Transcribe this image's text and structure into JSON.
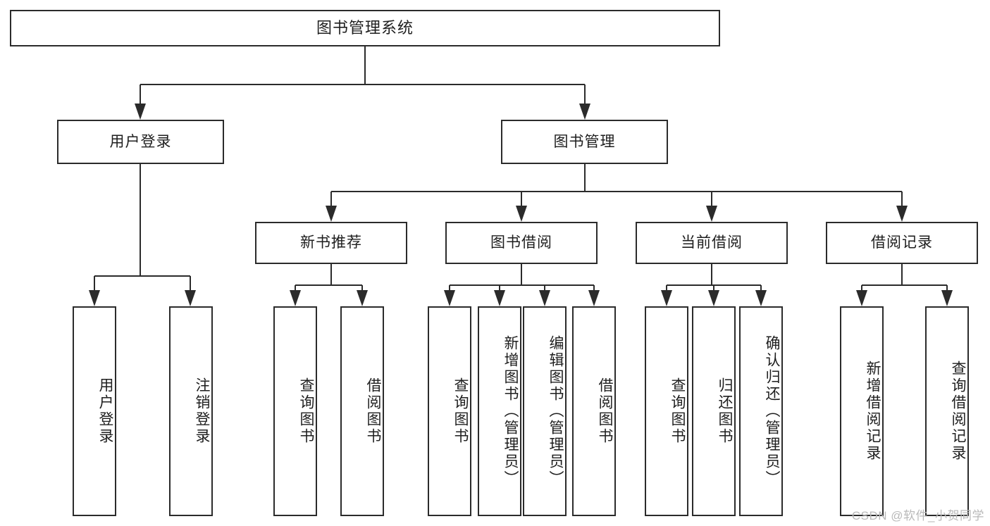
{
  "diagram": {
    "title": "图书管理系统",
    "type": "tree",
    "colors": {
      "stroke": "#2b2b2b",
      "fill": "#ffffff",
      "text": "#1e1e1e",
      "watermark": "#b9b9b9"
    },
    "root": {
      "label": "图书管理系统"
    },
    "level2": [
      {
        "label": "用户登录"
      },
      {
        "label": "图书管理"
      }
    ],
    "level3": [
      {
        "label": "新书推荐"
      },
      {
        "label": "图书借阅"
      },
      {
        "label": "当前借阅"
      },
      {
        "label": "借阅记录"
      }
    ],
    "leaves": {
      "user_login": [
        {
          "label": "用户登录"
        },
        {
          "label": "注销登录"
        }
      ],
      "new_book_recommend": [
        {
          "label": "查询图书"
        },
        {
          "label": "借阅图书"
        }
      ],
      "book_borrow": [
        {
          "label": "查询图书"
        },
        {
          "label": "新增图书（管理员）"
        },
        {
          "label": "编辑图书（管理员）"
        },
        {
          "label": "借阅图书"
        }
      ],
      "current_borrow": [
        {
          "label": "查询图书"
        },
        {
          "label": "归还图书"
        },
        {
          "label": "确认归还（管理员）"
        }
      ],
      "borrow_record": [
        {
          "label": "新增借阅记录"
        },
        {
          "label": "查询借阅记录"
        }
      ]
    }
  },
  "watermark": {
    "text": "CSDN @软件_小贺同学"
  }
}
